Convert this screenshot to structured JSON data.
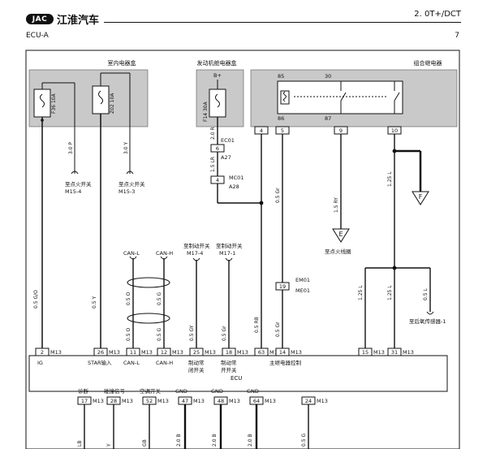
{
  "header": {
    "brand_badge": "JAC",
    "brand_text": "江淮汽车",
    "variant": "2. 0T+/DCT",
    "system": "ECU-A",
    "page_number": "7"
  },
  "boxes": {
    "indoor": "室内电器盒",
    "engine": "发动机舱电器盒",
    "relay": "组合继电器"
  },
  "fuses": {
    "f36": "F36 10A",
    "f02": "Z02 10A",
    "f14": "F14 30A"
  },
  "power": {
    "bplus": "B+"
  },
  "relay_terms": {
    "t85": "85",
    "t30": "30",
    "t86": "86",
    "t87": "87"
  },
  "wires": {
    "w1": "3.0 P",
    "w2": "3.0 Y",
    "w3": "2.0 R",
    "w4": "1.5 LR",
    "w5": "0.5 Gr",
    "w6": "1.5 RY",
    "w7": "1.25 L",
    "w8": "0.5 G/O",
    "w9": "0.5 Y",
    "w10": "0.5 O",
    "w11": "0.5 G",
    "w12": "0.5 O",
    "w13": "0.5 G",
    "w14": "0.5 GY",
    "w15": "0.5 Gr",
    "w16": "0.5 RB",
    "w17": "0.5 Gr",
    "w18": "1.25 L",
    "w19": "1.25 L",
    "w20": "0.5 L",
    "b1": "LB",
    "b2": "Y",
    "b3": "GB",
    "b4": "2.0 B",
    "b5": "2.0 B",
    "b6": "2.0 B",
    "b7": "0.5 G"
  },
  "connectors": {
    "ec01": "EC01",
    "a27": "A27",
    "c6": "6",
    "mc01": "MC01",
    "a28": "A28",
    "c4": "4",
    "em01": "EM01",
    "me01": "ME01",
    "c19": "19",
    "r4": "4",
    "r5": "5",
    "r9": "9",
    "r10": "10"
  },
  "destinations": {
    "m15_4_a": "至点火开关",
    "m15_4_b": "M15-4",
    "m15_3_a": "至点火开关",
    "m15_3_b": "M15-3",
    "ign_coil": "至点火线圈",
    "brake1_a": "至制动开关",
    "brake1_b": "M17-4",
    "brake2_a": "至制动开关",
    "brake2_b": "M17-1",
    "o2": "至后氧传感器-1",
    "can_l": "CAN-L",
    "can_h": "CAN-H"
  },
  "ecu": {
    "name": "ECU",
    "conn": "M13",
    "top_pins": [
      "2",
      "26",
      "11",
      "12",
      "25",
      "18",
      "63",
      "14",
      "15",
      "31"
    ],
    "labels": {
      "ig": "IG",
      "star": "STAR输入",
      "canl": "CAN-L",
      "canh": "CAN-H",
      "brake_nc1": "制动常",
      "brake_nc2": "闭开关",
      "brake_no1": "制动常",
      "brake_no2": "开开关",
      "relay_ctrl": "主继电器控制"
    },
    "bottom_pins": [
      "17",
      "28",
      "52",
      "47",
      "48",
      "64",
      "24"
    ],
    "bottom_labels": {
      "diag": "诊断",
      "crash": "碰撞信号",
      "ac": "空调开关",
      "gnd1": "GND",
      "gnd2": "GND",
      "gnd3": "GND"
    }
  },
  "offpage": {
    "e": "E",
    "f": "F"
  }
}
